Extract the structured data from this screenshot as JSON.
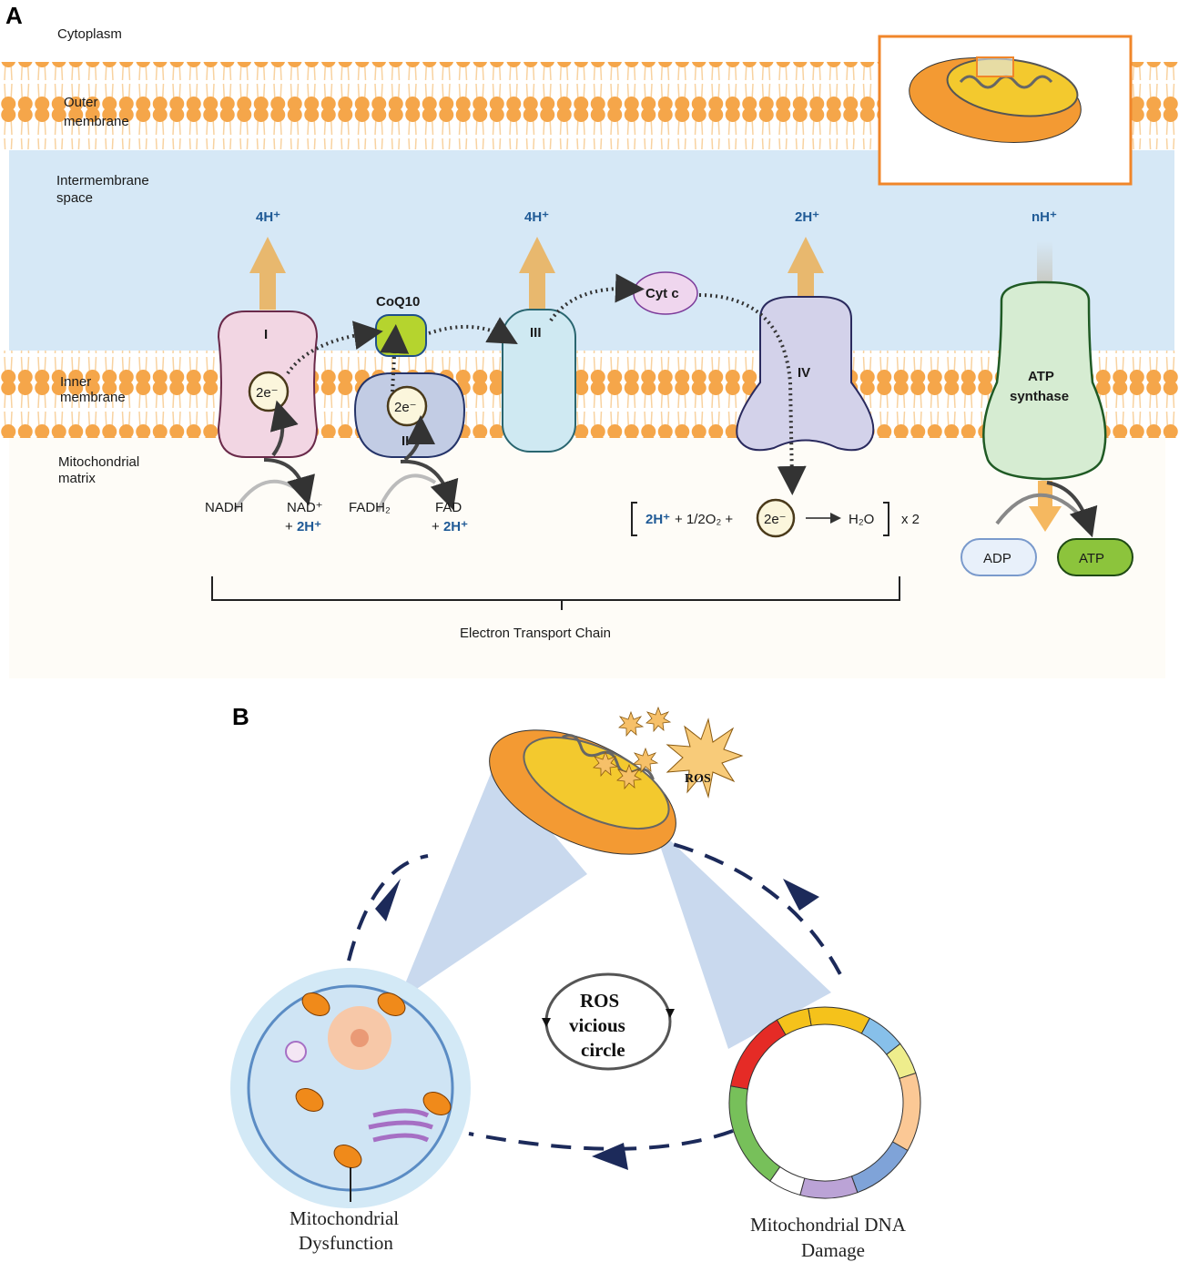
{
  "panel_a": {
    "label": "A",
    "regions": {
      "cytoplasm": "Cytoplasm",
      "outer_membrane": [
        "Outer",
        "membrane"
      ],
      "intermembrane_space": [
        "Intermembrane",
        "space"
      ],
      "inner_membrane": [
        "Inner",
        "membrane"
      ],
      "matrix": [
        "Mitochondrial",
        "matrix"
      ]
    },
    "protons": {
      "complex_1": "4H⁺",
      "complex_3": "4H⁺",
      "complex_4": "2H⁺",
      "atp_synthase": "nH⁺"
    },
    "complexes": {
      "c1": "I",
      "c2": "II",
      "c3": "III",
      "c4": "IV",
      "coq10": "CoQ10",
      "cytc": "Cyt c",
      "atp_synthase": [
        "ATP",
        "synthase"
      ]
    },
    "electron": "2e⁻",
    "substrates": {
      "nadh": "NADH",
      "nad": "NAD⁺",
      "nad_protons_plus": "+ ",
      "nad_protons": "2H⁺",
      "fadh2": "FADH₂",
      "fad": "FAD",
      "fad_protons_plus": "+ ",
      "fad_protons": "2H⁺"
    },
    "reaction": {
      "protons": "2H⁺",
      "oxygen": "+ 1/2O₂ +",
      "product": "H₂O",
      "multiplier": "x 2"
    },
    "atp": {
      "adp": "ADP",
      "atp": "ATP"
    },
    "bracket_label": "Electron Transport Chain"
  },
  "panel_b": {
    "label": "B",
    "ros_burst": "ROS",
    "center": [
      "ROS",
      "vicious",
      "circle"
    ],
    "cell_label": [
      "Mitochondrial",
      "Dysfunction"
    ],
    "dna_label": [
      "Mitochondrial DNA",
      "Damage"
    ]
  },
  "colors": {
    "membrane": "#f5a64a",
    "ims": "#d6e8f6",
    "matrix": "#fefcf7",
    "proton_text": "#1f5a96",
    "arrow_dark": "#1c2a5a"
  }
}
